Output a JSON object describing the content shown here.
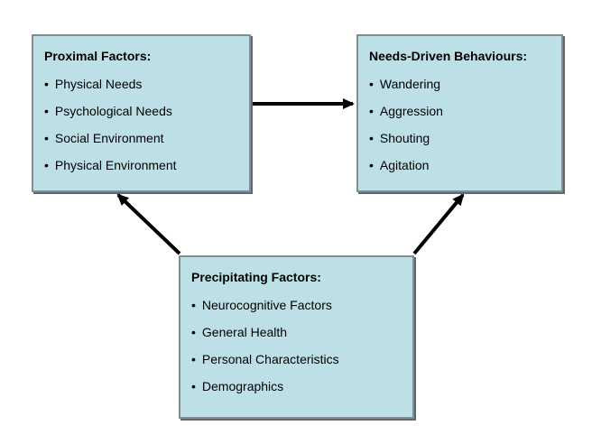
{
  "diagram": {
    "bullet_glyph": "•",
    "colors": {
      "box_fill": "#bde0e6",
      "box_border": "#7f8e92",
      "box_shadow": "#5f696c",
      "arrow": "#000000",
      "background": "#ffffff",
      "text": "#000000"
    },
    "boxes": {
      "proximal": {
        "title": "Proximal Factors:",
        "items": [
          "Physical Needs",
          "Psychological Needs",
          "Social Environment",
          "Physical Environment"
        ]
      },
      "needs_driven": {
        "title": "Needs-Driven Behaviours:",
        "items": [
          "Wandering",
          "Aggression",
          "Shouting",
          "Agitation"
        ]
      },
      "precipitating": {
        "title": "Precipitating Factors:",
        "items": [
          "Neurocognitive Factors",
          "General Health",
          "Personal Characteristics",
          "Demographics"
        ]
      }
    },
    "arrows": [
      {
        "name": "proximal-to-needs-driven",
        "from": "proximal",
        "to": "needs_driven"
      },
      {
        "name": "precipitating-to-proximal",
        "from": "precipitating",
        "to": "proximal"
      },
      {
        "name": "precipitating-to-needs-driven",
        "from": "precipitating",
        "to": "needs_driven"
      }
    ]
  }
}
